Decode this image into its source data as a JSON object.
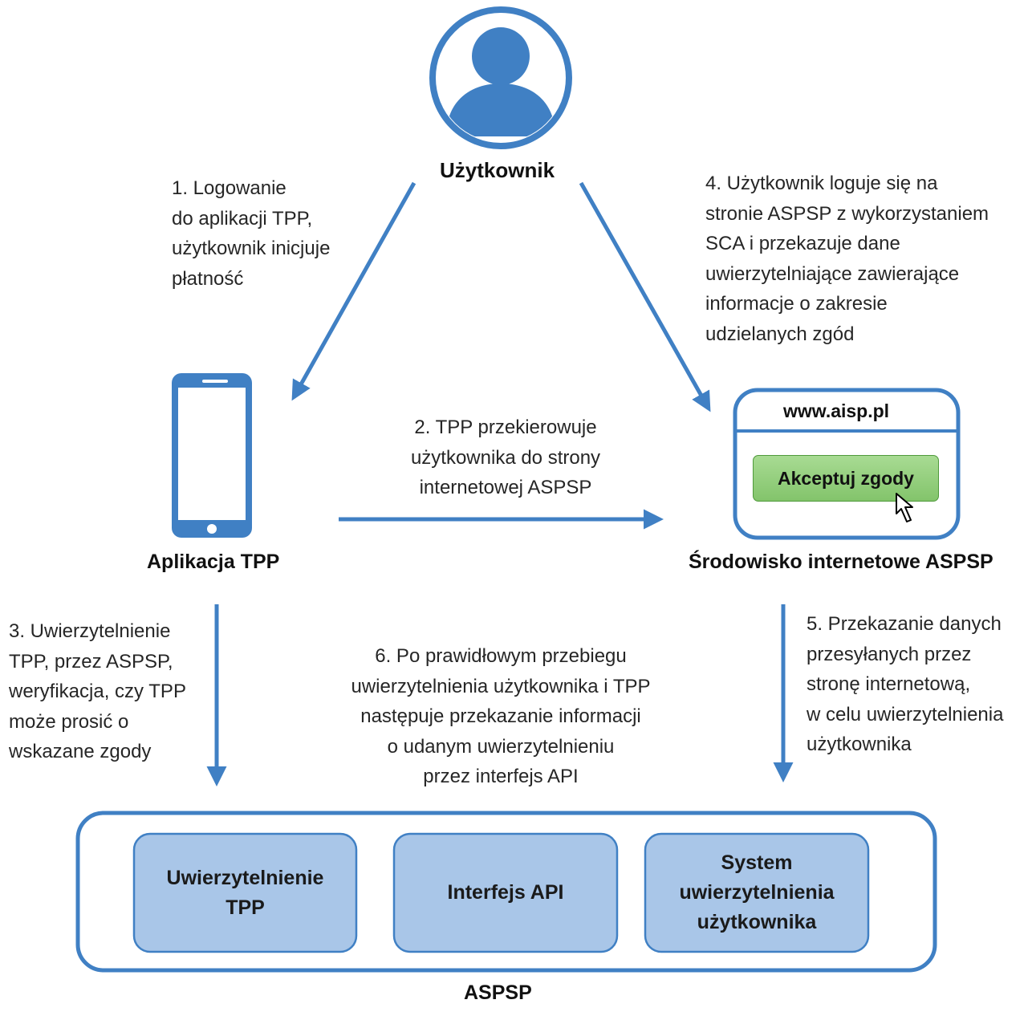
{
  "nodes": {
    "user": "Użytkownik",
    "tpp_app": "Aplikacja TPP",
    "aspsp_web": "Środowisko internetowe ASPSP",
    "aspsp": "ASPSP"
  },
  "browser": {
    "url": "www.aisp.pl",
    "button_label": "Akceptuj zgody"
  },
  "steps": {
    "s1": [
      "1.  Logowanie",
      "do aplikacji TPP,",
      "użytkownik inicjuje",
      "płatność"
    ],
    "s2": [
      "2. TPP przekierowuje",
      "użytkownika do strony",
      "internetowej ASPSP"
    ],
    "s3": [
      "3. Uwierzytelnienie",
      "TPP, przez ASPSP,",
      "weryfikacja, czy TPP",
      "może prosić o",
      "wskazane zgody"
    ],
    "s4": [
      "4. Użytkownik loguje się na",
      "stronie ASPSP z wykorzystaniem",
      "SCA i przekazuje dane",
      "uwierzytelniające zawierające",
      "informacje o zakresie",
      "udzielanych zgód"
    ],
    "s5": [
      "5. Przekazanie danych",
      "przesyłanych przez",
      "stronę internetową,",
      "w celu uwierzytelnienia",
      "użytkownika"
    ],
    "s6": [
      "6. Po prawidłowym przebiegu",
      "uwierzytelnienia użytkownika i TPP",
      "następuje przekazanie informacji",
      "o udanym uwierzytelnieniu",
      "przez interfejs API"
    ]
  },
  "aspsp_boxes": {
    "b1": [
      "Uwierzytelnienie",
      "TPP"
    ],
    "b2": [
      "Interfejs API"
    ],
    "b3": [
      "System",
      "uwierzytelnienia",
      "użytkownika"
    ]
  },
  "colors": {
    "primary_blue": "#4080c4",
    "box_fill": "#a9c6e8",
    "button_green": "#93cf7c"
  },
  "icons": {
    "user": "user-avatar-icon",
    "tpp_app": "smartphone-icon",
    "aspsp_web": "browser-window-icon",
    "cursor": "mouse-pointer-icon"
  }
}
